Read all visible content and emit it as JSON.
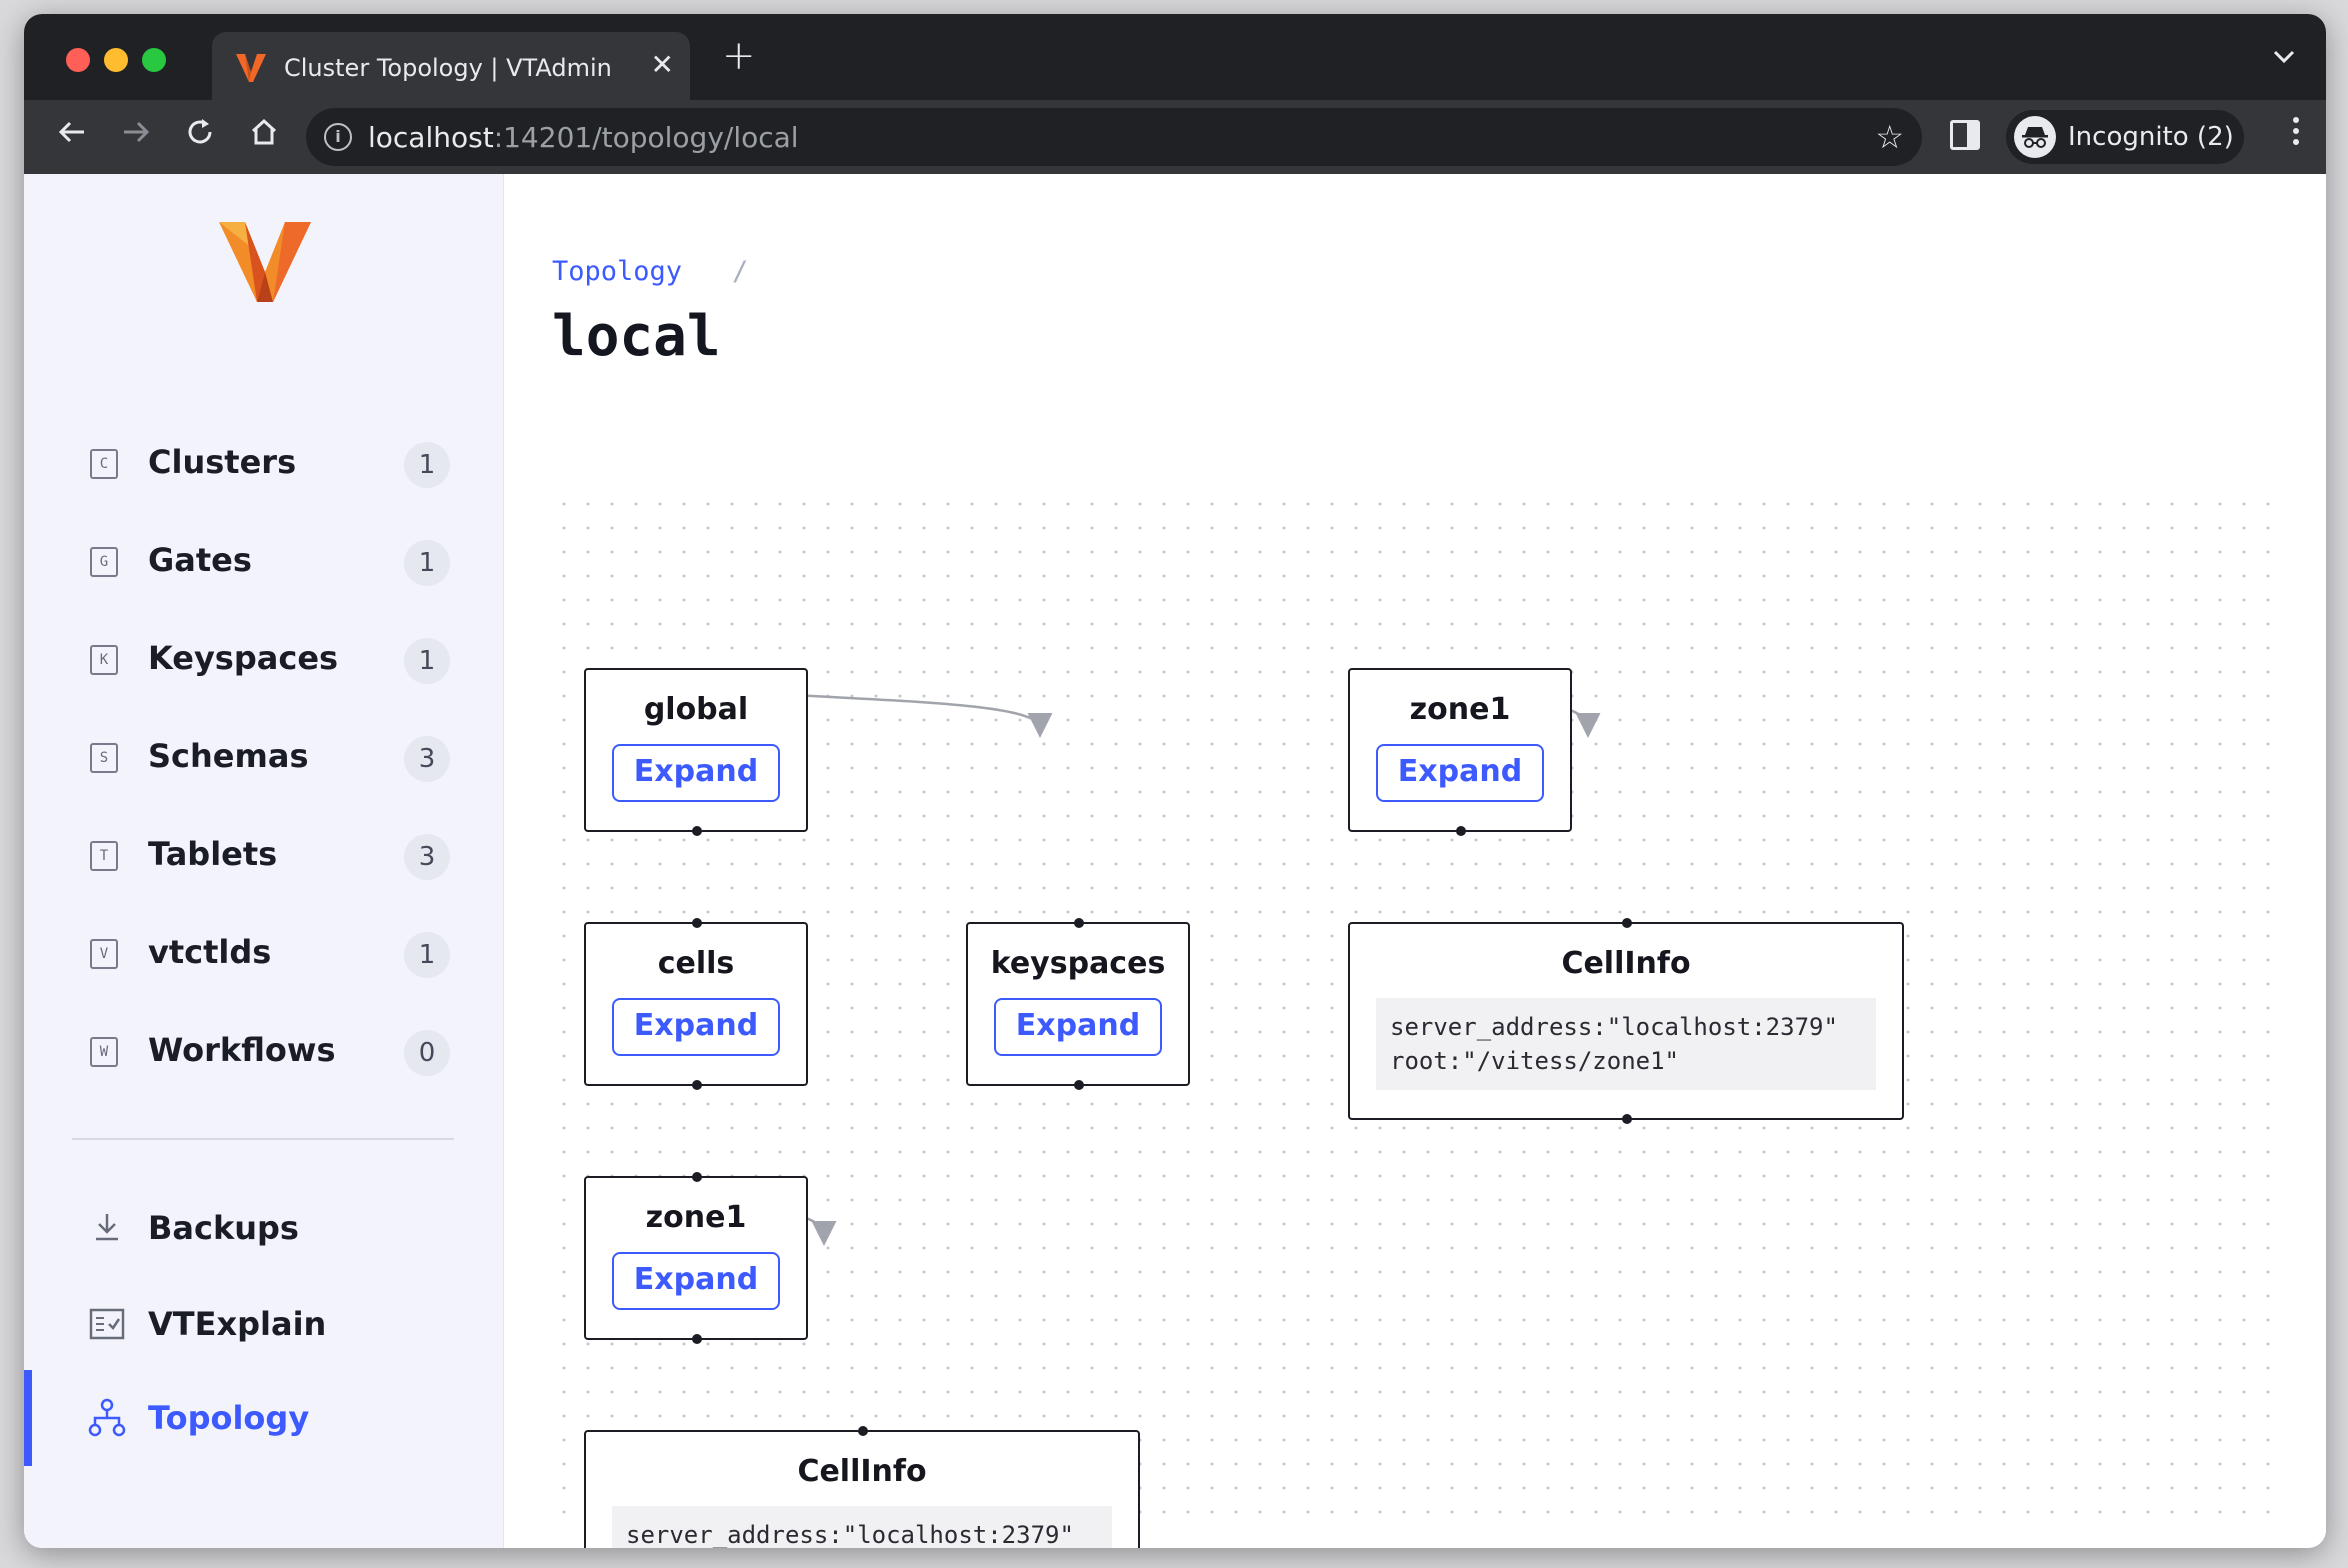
{
  "browser": {
    "tab_title": "Cluster Topology | VTAdmin",
    "tab_close": "✕",
    "new_tab": "+",
    "url_host": "localhost",
    "url_path": ":14201/topology/local",
    "incognito_label": "Incognito (2)",
    "icons": [
      "back-arrow-icon",
      "forward-arrow-icon",
      "reload-icon",
      "home-icon",
      "info-icon",
      "star-icon",
      "side-panel-icon",
      "incognito-icon",
      "kebab-menu-icon"
    ]
  },
  "sidebar": {
    "nav": [
      {
        "key": "C",
        "label": "Clusters",
        "count": "1"
      },
      {
        "key": "G",
        "label": "Gates",
        "count": "1"
      },
      {
        "key": "K",
        "label": "Keyspaces",
        "count": "1"
      },
      {
        "key": "S",
        "label": "Schemas",
        "count": "3"
      },
      {
        "key": "T",
        "label": "Tablets",
        "count": "3"
      },
      {
        "key": "V",
        "label": "vtctlds",
        "count": "1"
      },
      {
        "key": "W",
        "label": "Workflows",
        "count": "0"
      }
    ],
    "tools": [
      {
        "label": "Backups",
        "icon": "download-icon"
      },
      {
        "label": "VTExplain",
        "icon": "checklist-icon"
      },
      {
        "label": "Topology",
        "icon": "topology-icon",
        "active": true
      }
    ],
    "accent_color": "#3d5afe"
  },
  "main": {
    "breadcrumb": "Topology",
    "breadcrumb_separator": "/",
    "title": "local"
  },
  "graph": {
    "expand_label": "Expand",
    "nodes": {
      "global": "global",
      "cells": "cells",
      "keyspaces": "keyspaces",
      "zone1_left": "zone1",
      "zone1_right": "zone1",
      "cellinfo_left": "CellInfo",
      "cellinfo_right": "CellInfo"
    },
    "cellinfo_lines": [
      "server_address:\"localhost:2379\"",
      "root:\"/vitess/zone1\""
    ]
  }
}
